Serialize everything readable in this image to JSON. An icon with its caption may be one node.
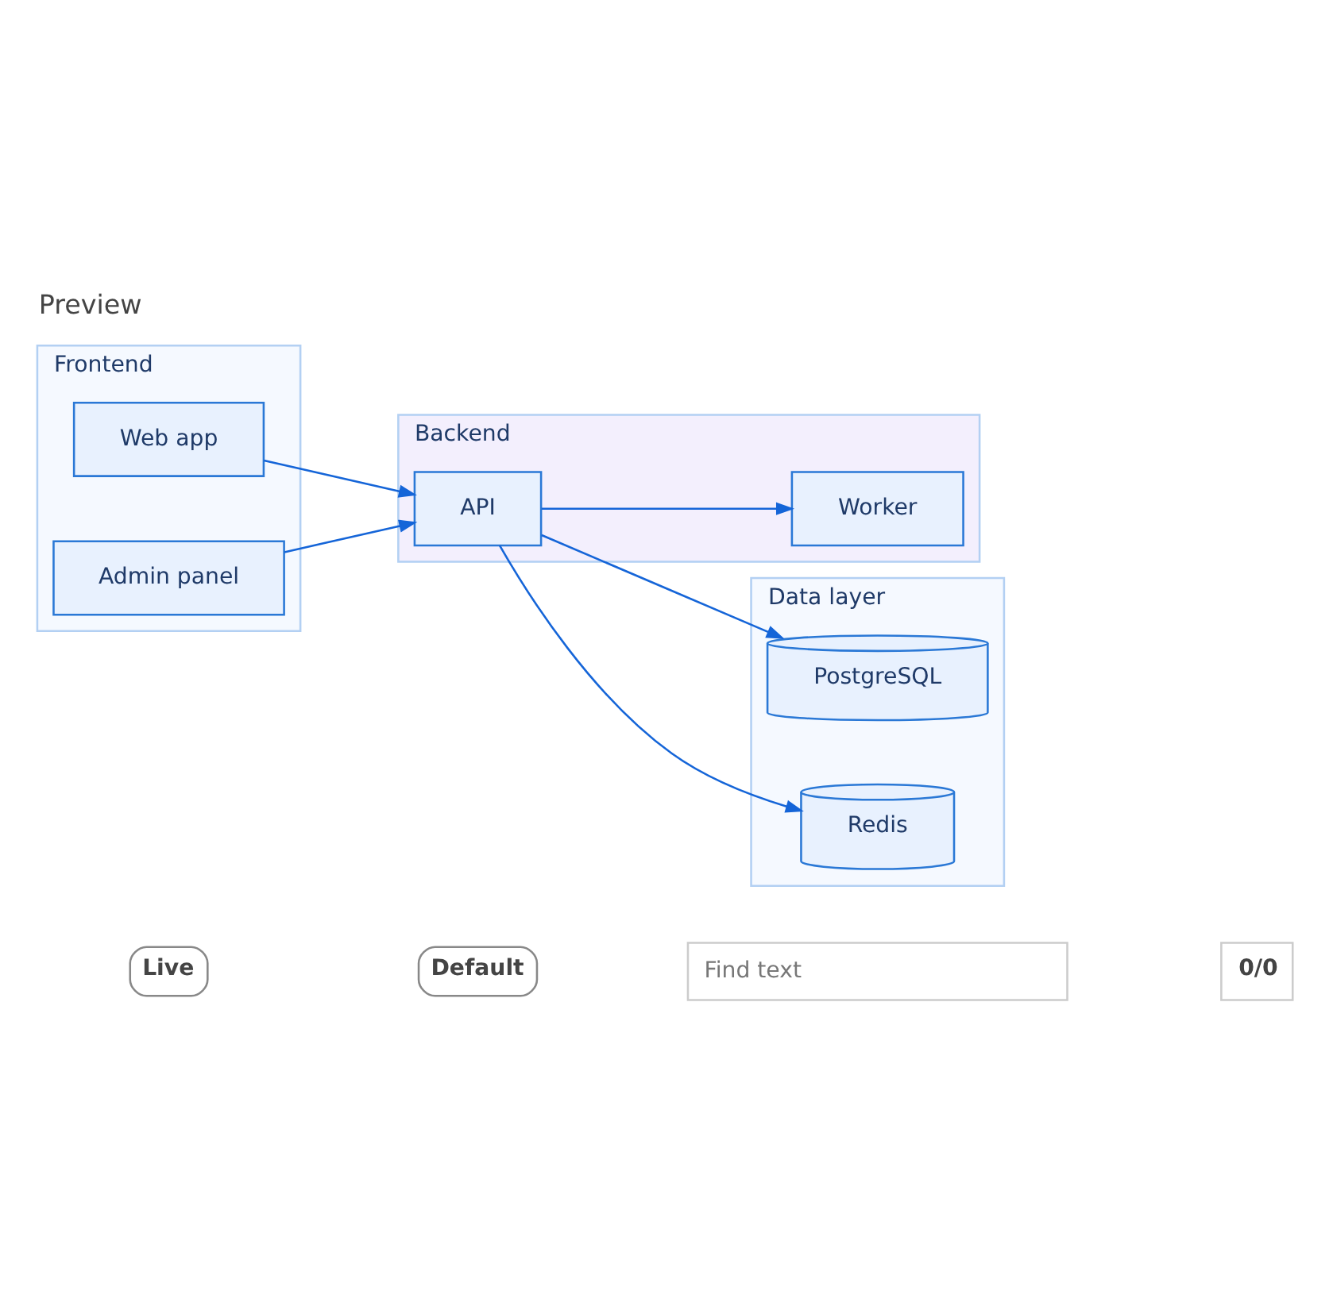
{
  "diagram": {
    "title": "Preview",
    "nodes": [
      {
        "text": [
          "Frontend"
        ]
      },
      {
        "text": [
          "Web app"
        ],
        "in": 0
      },
      {
        "text": [
          "Admin panel"
        ],
        "in": 0
      },
      {
        "text": [
          "Backend"
        ]
      },
      {
        "text": [
          "API"
        ],
        "in": 3
      },
      {
        "text": [
          "Worker"
        ],
        "in": 3
      },
      {
        "text": [
          "Data layer"
        ]
      },
      {
        "text": [
          "PostgreSQL"
        ],
        "in": 6
      },
      {
        "text": [
          "Redis"
        ],
        "in": 6
      }
    ],
    "edges": [
      {
        "from": 1,
        "to": 4,
        "arrow": "to"
      },
      {
        "from": 2,
        "to": 4,
        "arrow": "to"
      },
      {
        "from": 4,
        "to": 5,
        "arrow": "to"
      },
      {
        "from": 4,
        "to": 7,
        "arrow": "to"
      },
      {
        "from": 4,
        "to": 8,
        "arrow": "to"
      }
    ],
    "labels": [
      "Live",
      "Default",
      "Find text",
      "0/0"
    ]
  }
}
